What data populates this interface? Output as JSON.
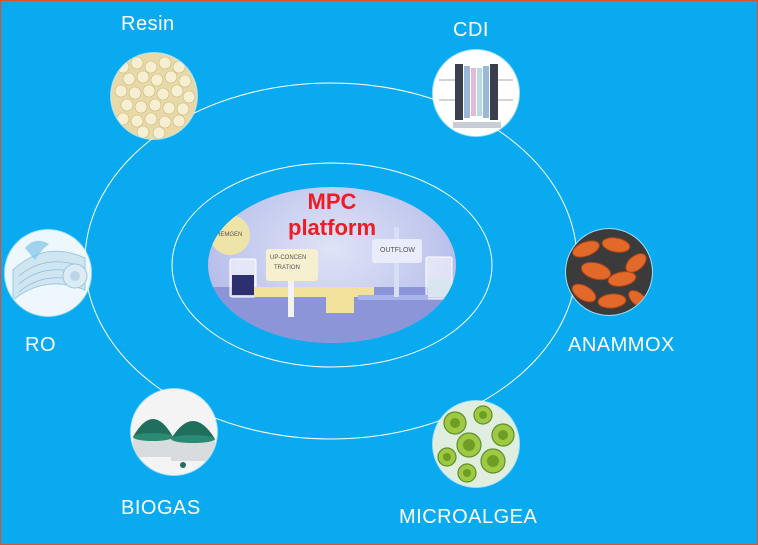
{
  "center": {
    "title_line1": "MPC",
    "title_line2": "platform",
    "sign_upconcentration_line1": "UP-CONCEN",
    "sign_upconcentration_line2": "TRATION",
    "sign_outflow": "OUTFLOW",
    "sign_small": "HEMGEN"
  },
  "nodes": [
    {
      "id": "resin",
      "label": "Resin",
      "icon": "resin-beads-image"
    },
    {
      "id": "cdi",
      "label": "CDI",
      "icon": "cdi-cell-diagram-image"
    },
    {
      "id": "anammox",
      "label": "ANAMMOX",
      "icon": "anammox-bacteria-image"
    },
    {
      "id": "microalgea",
      "label": "MICROALGEA",
      "icon": "microalgae-cells-image"
    },
    {
      "id": "biogas",
      "label": "BIOGAS",
      "icon": "biogas-digester-image"
    },
    {
      "id": "ro",
      "label": "RO",
      "icon": "ro-membrane-image"
    }
  ],
  "colors": {
    "background": "#0aaaf0",
    "border": "#d9532c",
    "title": "#ee1c25",
    "label": "#ffffff"
  }
}
